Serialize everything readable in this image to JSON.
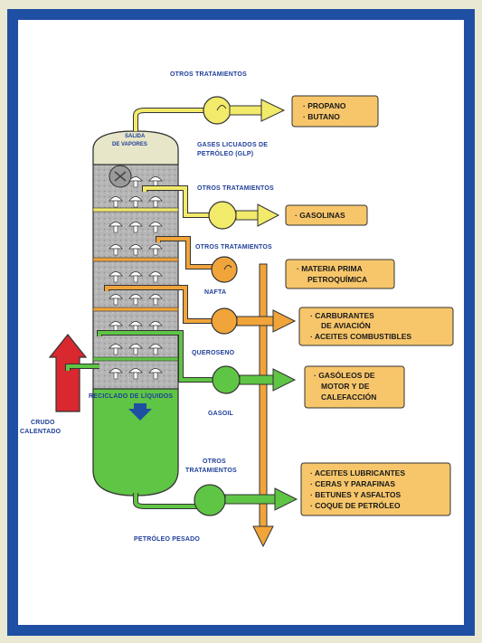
{
  "labels": {
    "otros_1": "OTROS TRATAMIENTOS",
    "otros_2": "OTROS TRATAMIENTOS",
    "otros_3": "OTROS TRATAMIENTOS",
    "otros_4a": "OTROS",
    "otros_4b": "TRATAMIENTOS",
    "salida_a": "SALIDA",
    "salida_b": "DE VAPORES",
    "glp_a": "GASES LICUADOS DE",
    "glp_b": "PETRÓLEO (GLP)",
    "nafta": "NAFTA",
    "queroseno": "QUEROSENO",
    "gasoil": "GASOIL",
    "reciclado": "RECICLADO DE LÍQUIDOS",
    "crudo_a": "CRUDO",
    "crudo_b": "CALENTADO",
    "petroleo_pesado": "PETRÓLEO PESADO"
  },
  "products": {
    "box1": [
      "· PROPANO",
      "· BUTANO"
    ],
    "box2": [
      "· GASOLINAS"
    ],
    "box3": [
      "· MATERIA PRIMA",
      "PETROQUÍMICA"
    ],
    "box4": [
      "· CARBURANTES",
      "DE AVIACIÓN",
      "· ACEITES COMBUSTIBLES"
    ],
    "box5": [
      "· GASÓLEOS DE",
      "MOTOR Y DE",
      "CALEFACCIÓN"
    ],
    "box6": [
      "· ACEITES LUBRICANTES",
      "· CERAS Y PARAFINAS",
      "· BETUNES Y ASFALTOS",
      "· COQUE DE PETRÓLEO"
    ]
  },
  "colors": {
    "frame": "#1f4fa3",
    "box_fill": "#f7c66a",
    "yellow": "#f2ea6a",
    "orange": "#f0a43a",
    "green": "#5fc545",
    "red": "#d9282f",
    "tower_gray": "#a9a9a9"
  }
}
